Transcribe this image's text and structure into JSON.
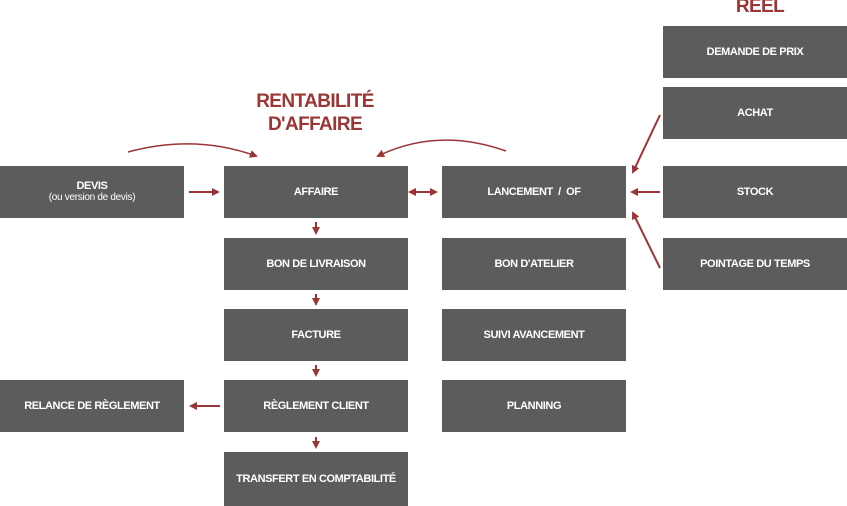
{
  "headings": {
    "rentabilite_line1": "RENTABILITÉ",
    "rentabilite_line2": "D'AFFAIRE",
    "reel": "RÉEL"
  },
  "boxes": {
    "devis": "DEVIS",
    "devis_sub": "(ou version de devis)",
    "affaire": "AFFAIRE",
    "bon_de_livraison": "BON DE LIVRAISON",
    "facture": "FACTURE",
    "reglement_client": "RÈGLEMENT CLIENT",
    "transfert_comptabilite": "TRANSFERT EN COMPTABILITÉ",
    "relance_reglement": "RELANCE DE RÈGLEMENT",
    "lancement_of": "LANCEMENT  /  OF",
    "bon_atelier": "BON D'ATELIER",
    "suivi_avancement": "SUIVI AVANCEMENT",
    "planning": "PLANNING",
    "demande_de_prix": "DEMANDE DE PRIX",
    "achat": "ACHAT",
    "stock": "STOCK",
    "pointage_du_temps": "POINTAGE DU TEMPS"
  },
  "colors": {
    "box": "#5d5c5c",
    "accent": "#9b3536",
    "text": "#ffffff"
  }
}
